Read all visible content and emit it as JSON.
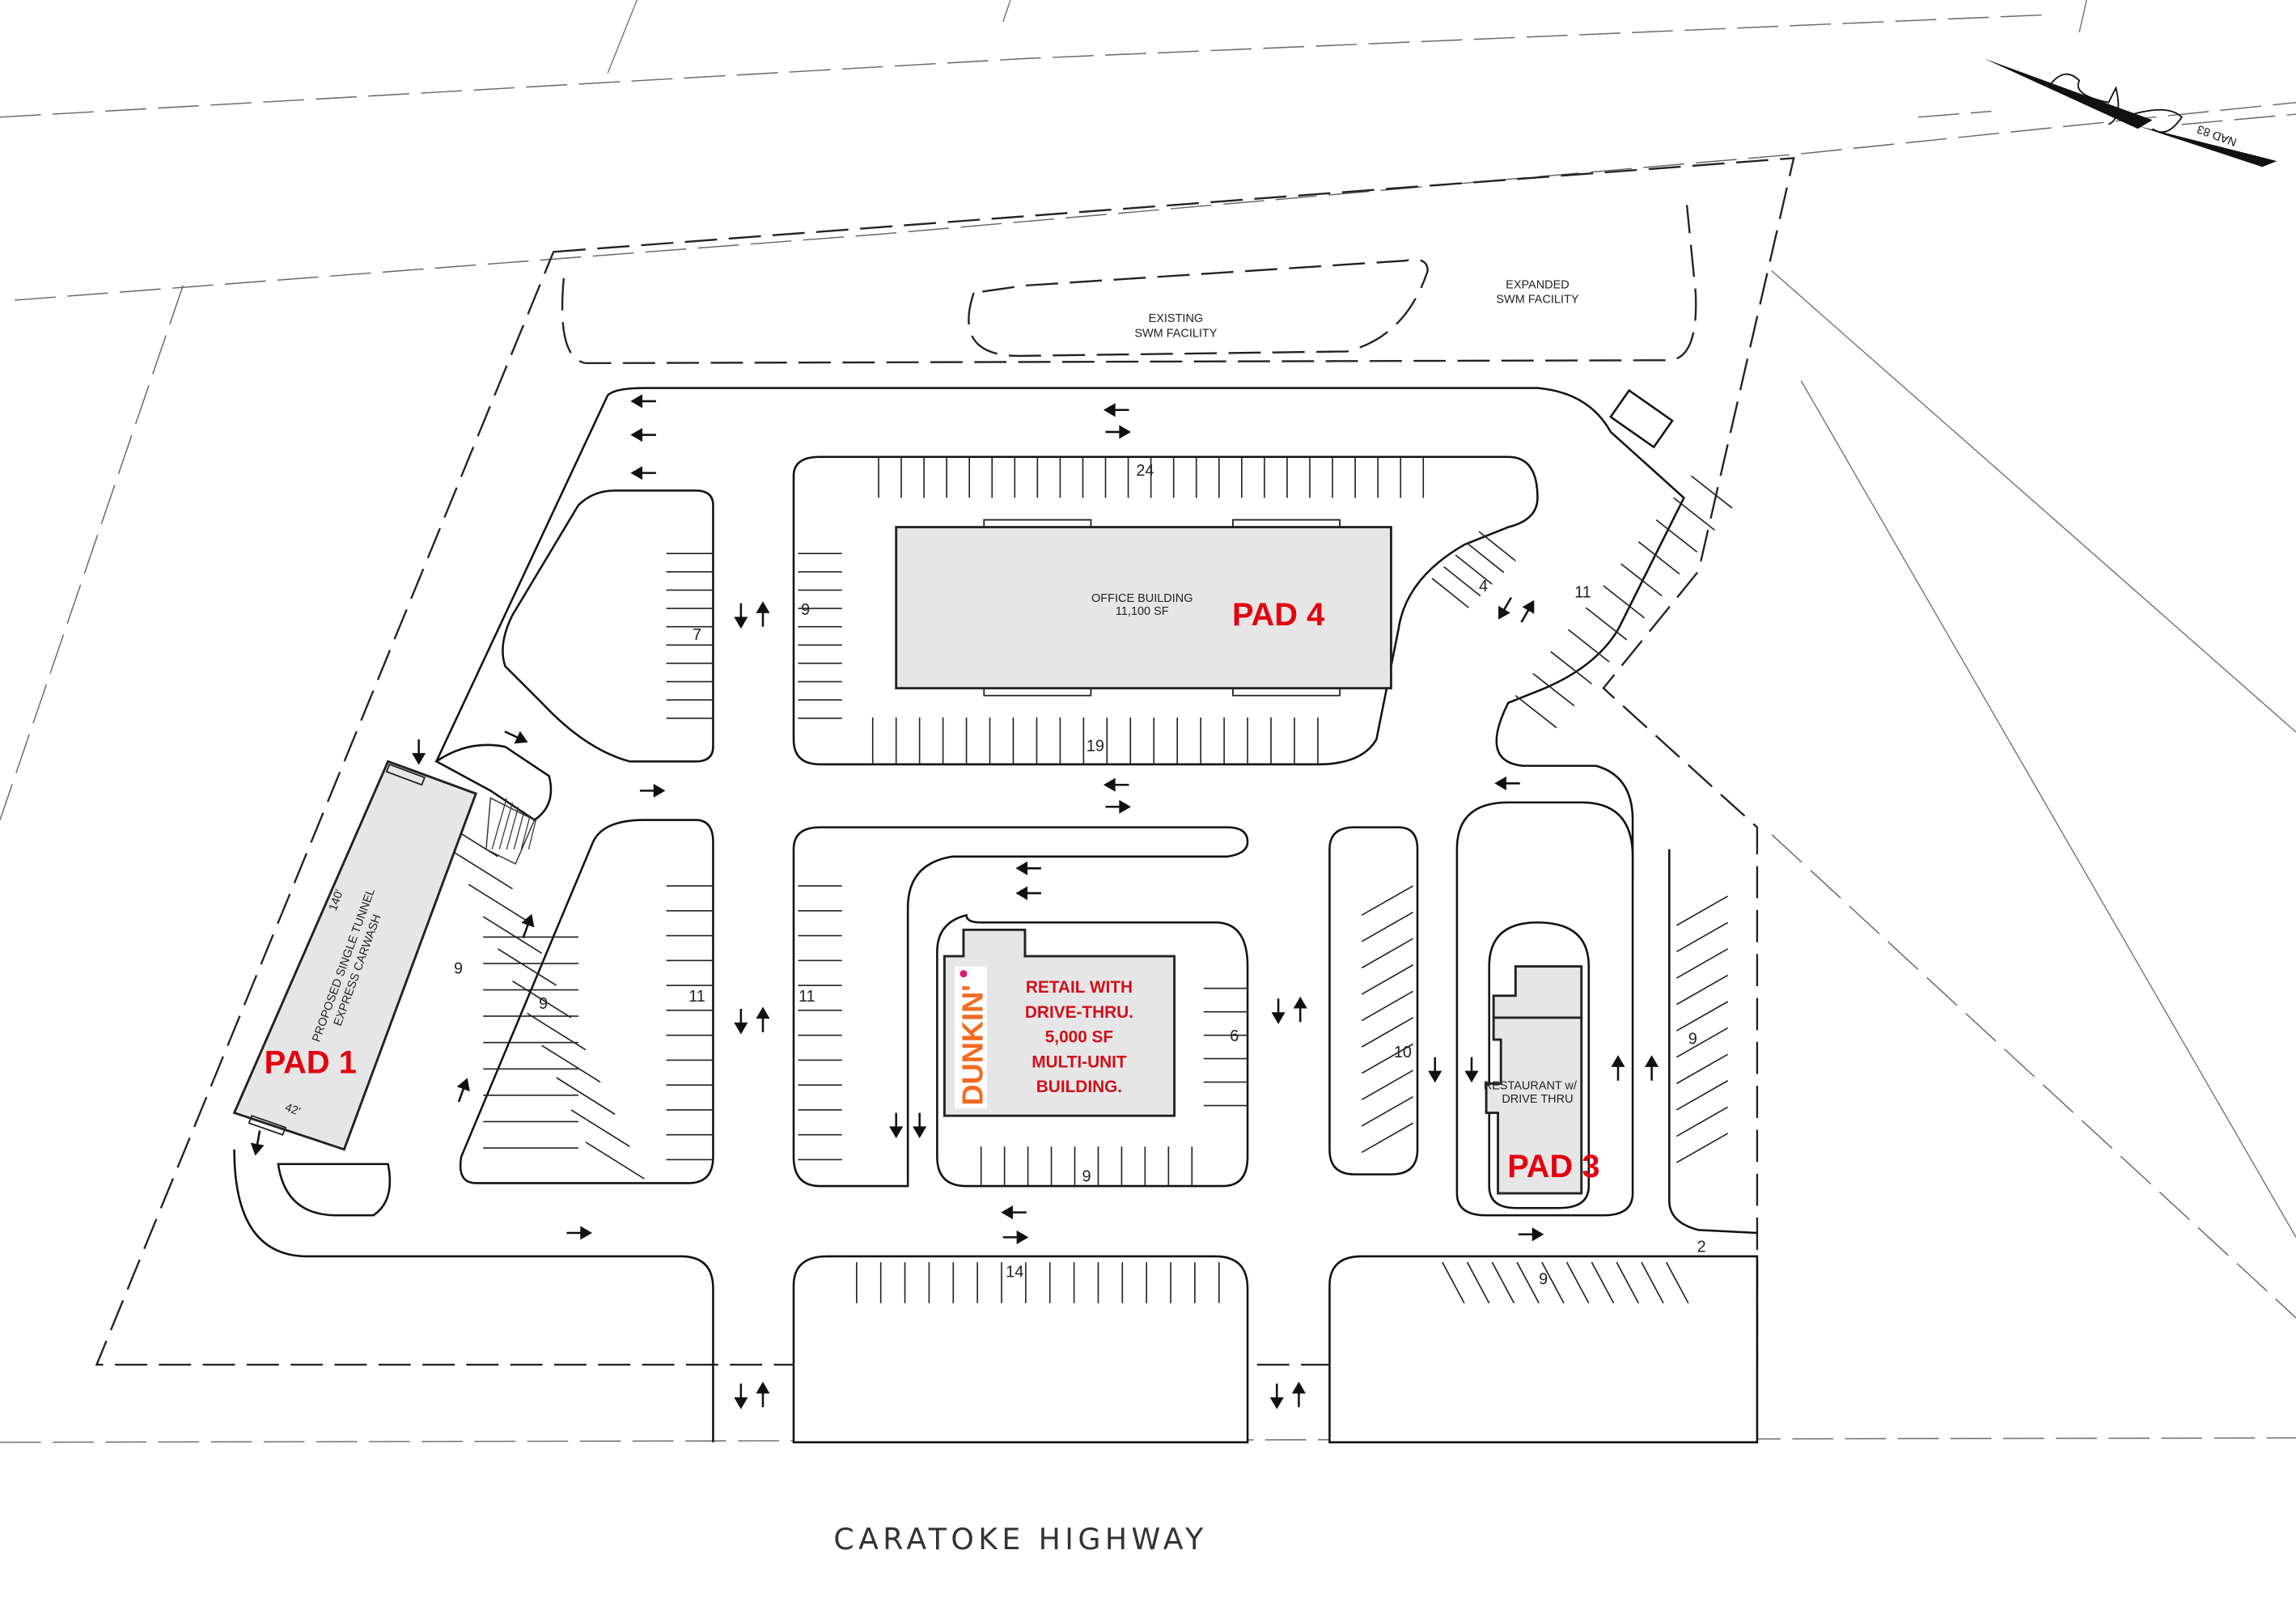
{
  "title": "Site Plan",
  "road_name": "CARATOKE HIGHWAY",
  "north_arrow": {
    "datum": "NAD 83"
  },
  "swm": {
    "existing": [
      "EXISTING",
      "SWM FACILITY"
    ],
    "expanded": [
      "EXPANDED",
      "SWM FACILITY"
    ]
  },
  "pads": {
    "pad1": {
      "label": "PAD 1",
      "desc": [
        "PROPOSED SINGLE TUNNEL",
        "EXPRESS CARWASH"
      ],
      "length": "140'",
      "width": "42'"
    },
    "pad3": {
      "label": "PAD 3",
      "desc": [
        "RESTAURANT w/",
        "DRIVE THRU"
      ]
    },
    "pad4": {
      "label": "PAD 4",
      "desc": [
        "OFFICE BUILDING",
        "11,100 SF"
      ]
    },
    "retail": {
      "desc": [
        "RETAIL WITH",
        "DRIVE-THRU.",
        "5,000 SF",
        "MULTI-UNIT",
        "BUILDING."
      ],
      "brand": "DUNKIN'"
    }
  },
  "parking_counts": [
    "24",
    "9",
    "7",
    "19",
    "4",
    "11",
    "9",
    "9",
    "11",
    "11",
    "6",
    "9",
    "14",
    "10",
    "9",
    "2",
    "9"
  ],
  "colors": {
    "pad_label": "#e3000f",
    "building": "#e6e6e6",
    "brand": "#f26b21",
    "brand_dot": "#e0177a"
  }
}
